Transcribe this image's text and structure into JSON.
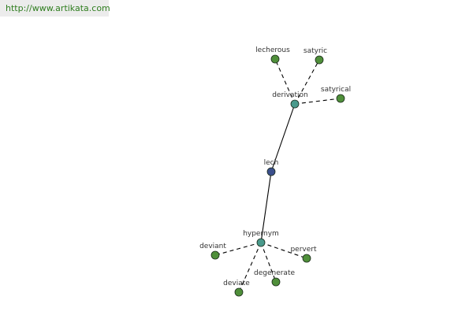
{
  "source": {
    "url": "http://www.artikata.com"
  },
  "graph": {
    "center": {
      "label": "lech",
      "color": "#3b4f8c"
    },
    "hubs": [
      {
        "label": "derivation",
        "color": "#4a9a8c"
      },
      {
        "label": "hypernym",
        "color": "#4a9a8c"
      }
    ],
    "leaves": [
      {
        "label": "lecherous",
        "hub": "derivation",
        "color": "#4f8f3a"
      },
      {
        "label": "satyric",
        "hub": "derivation",
        "color": "#4f8f3a"
      },
      {
        "label": "satyrical",
        "hub": "derivation",
        "color": "#4f8f3a"
      },
      {
        "label": "deviant",
        "hub": "hypernym",
        "color": "#4f8f3a"
      },
      {
        "label": "pervert",
        "hub": "hypernym",
        "color": "#4f8f3a"
      },
      {
        "label": "degenerate",
        "hub": "hypernym",
        "color": "#4f8f3a"
      },
      {
        "label": "deviate",
        "hub": "hypernym",
        "color": "#4f8f3a"
      }
    ]
  }
}
